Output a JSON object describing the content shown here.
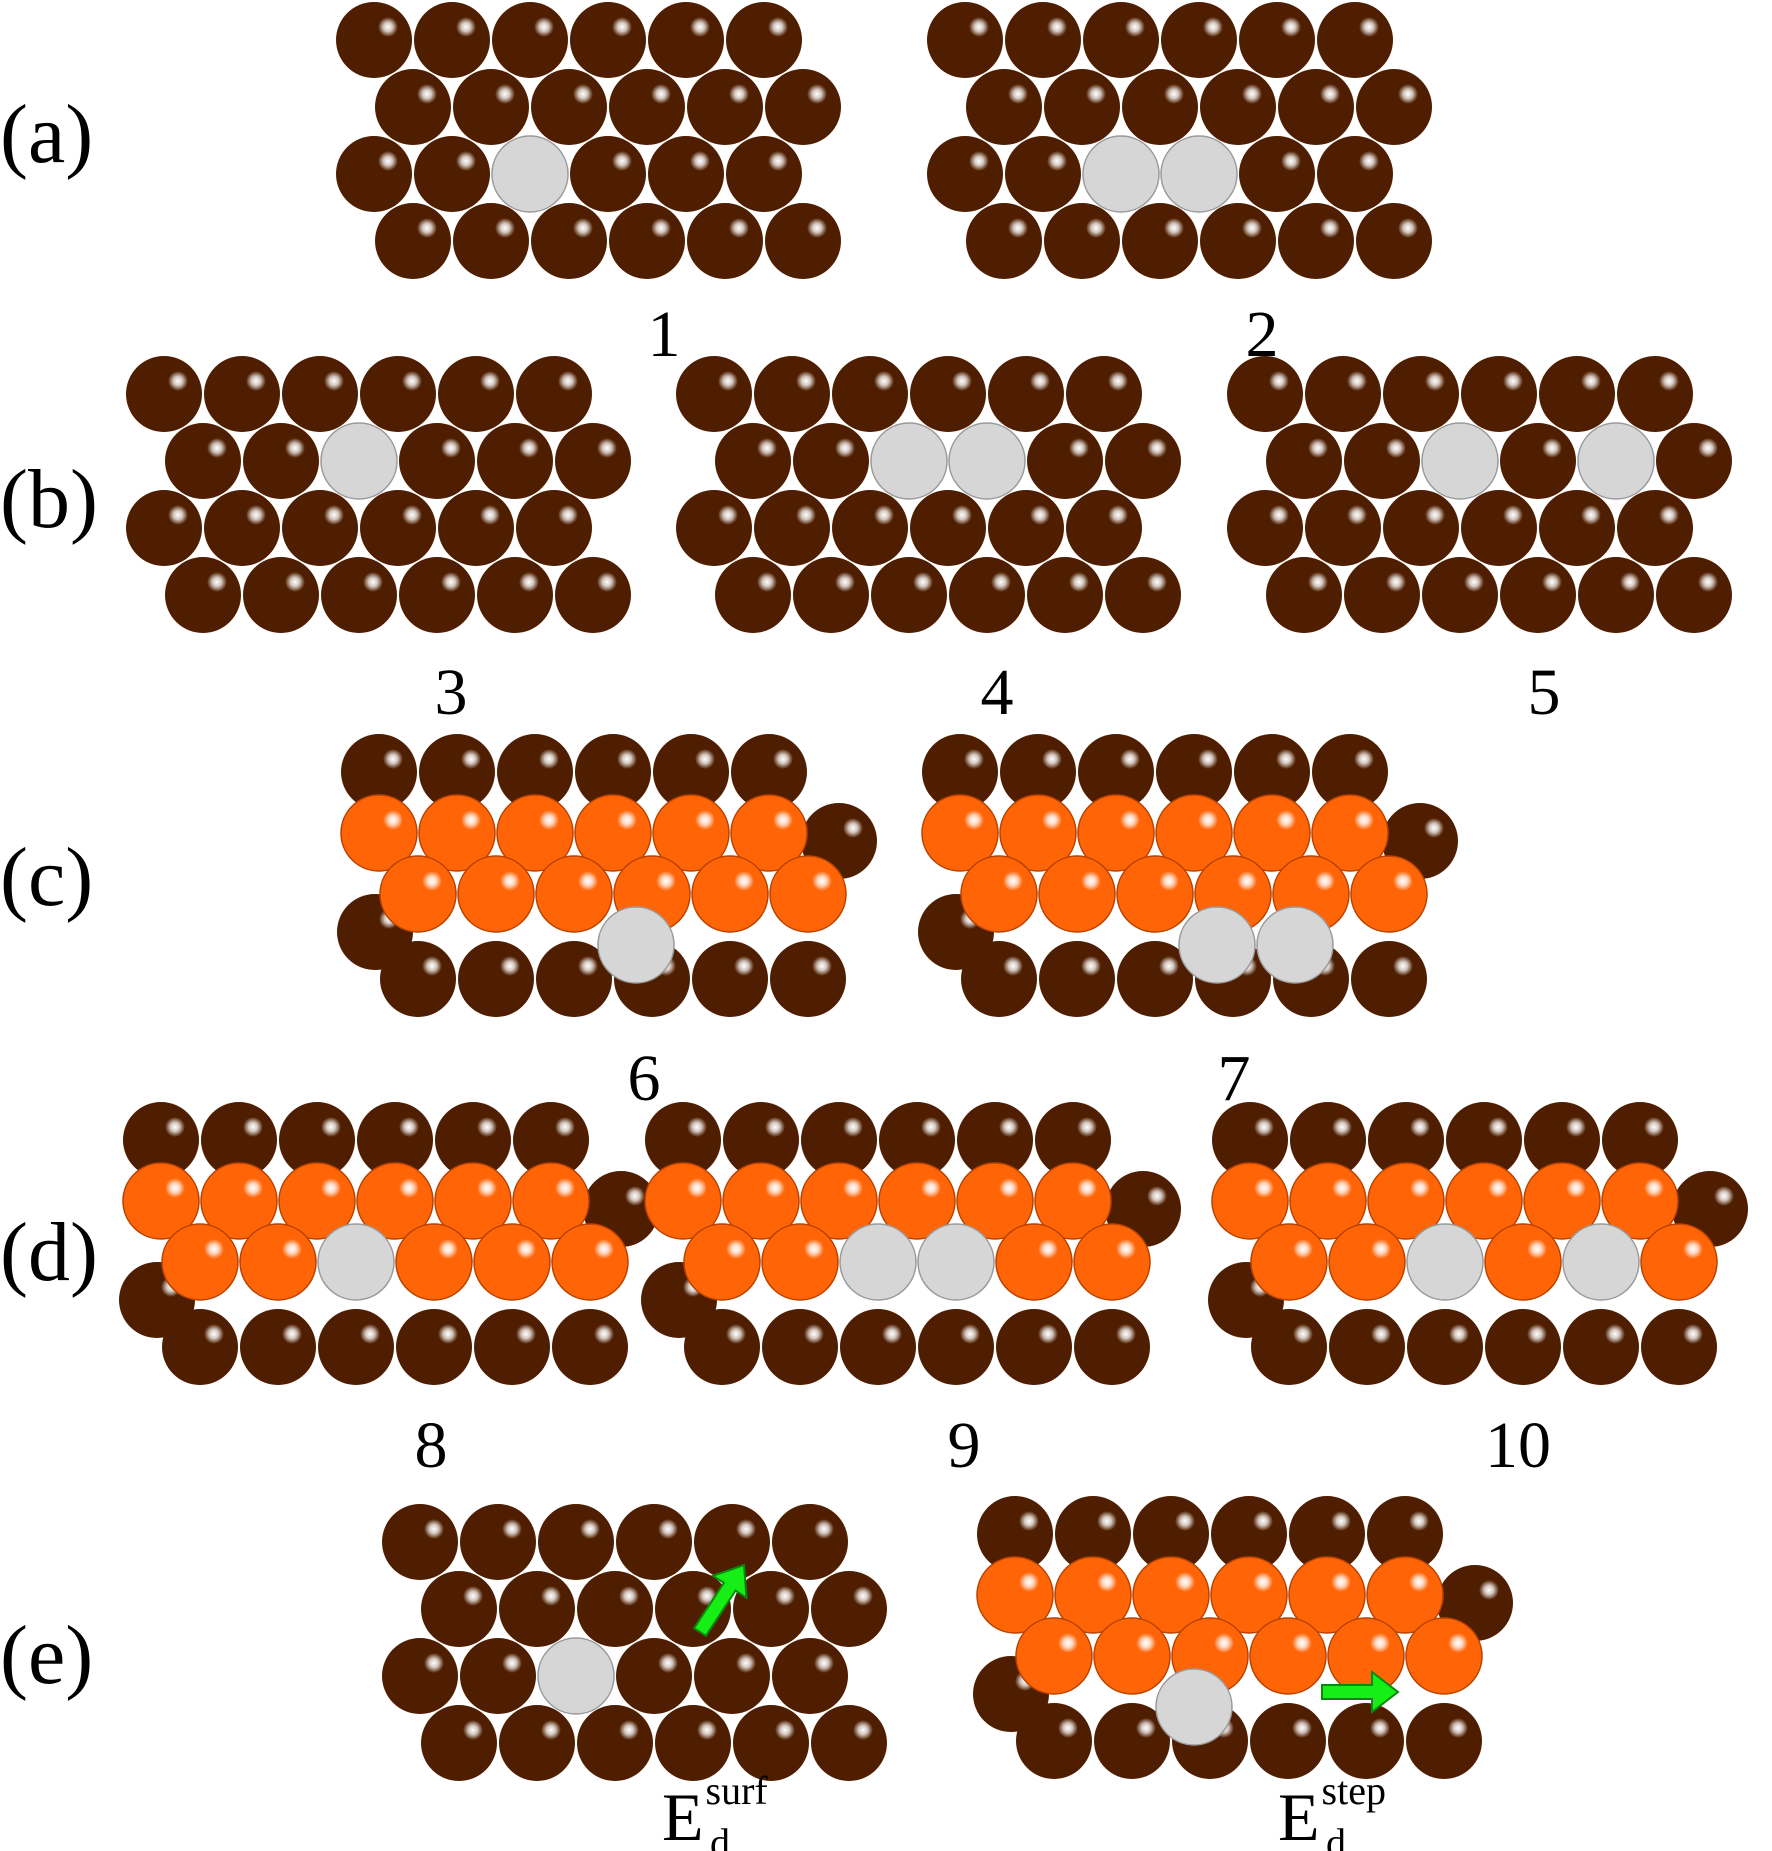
{
  "colors": {
    "substrate_atom": "#4f1e00",
    "substrate_highlight": "#ffffff",
    "step_atom": "#ff6407",
    "step_atom_edge": "#b84200",
    "vacancy_atom": "#d6d6d6",
    "vacancy_edge": "#9a9a9a",
    "arrow": "#16ef16",
    "arrow_edge": "#0a8a0a",
    "text": "#000000"
  },
  "rows": [
    {
      "label": "(a)"
    },
    {
      "label": "(b)"
    },
    {
      "label": "(c)"
    },
    {
      "label": "(d)"
    },
    {
      "label": "(e)"
    }
  ],
  "panels": [
    {
      "number": "1",
      "row": "(a)",
      "layers": "flat surface",
      "vacancies": 1,
      "vacancy_arrangement": "single"
    },
    {
      "number": "2",
      "row": "(a)",
      "layers": "flat surface",
      "vacancies": 2,
      "vacancy_arrangement": "adjacent pair"
    },
    {
      "number": "3",
      "row": "(b)",
      "layers": "flat surface",
      "vacancies": 1,
      "vacancy_arrangement": "single"
    },
    {
      "number": "4",
      "row": "(b)",
      "layers": "flat surface",
      "vacancies": 2,
      "vacancy_arrangement": "adjacent pair"
    },
    {
      "number": "5",
      "row": "(b)",
      "layers": "flat surface",
      "vacancies": 2,
      "vacancy_arrangement": "separated by one atom"
    },
    {
      "number": "6",
      "row": "(c)",
      "layers": "surface with step",
      "vacancies": 1,
      "vacancy_arrangement": "single, below step edge"
    },
    {
      "number": "7",
      "row": "(c)",
      "layers": "surface with step",
      "vacancies": 2,
      "vacancy_arrangement": "adjacent pair, below step edge"
    },
    {
      "number": "8",
      "row": "(d)",
      "layers": "surface with step",
      "vacancies": 1,
      "vacancy_arrangement": "single, in step edge"
    },
    {
      "number": "9",
      "row": "(d)",
      "layers": "surface with step",
      "vacancies": 2,
      "vacancy_arrangement": "adjacent pair, in step edge"
    },
    {
      "number": "10",
      "row": "(d)",
      "layers": "surface with step",
      "vacancies": 2,
      "vacancy_arrangement": "separated by one atom, in step edge"
    }
  ],
  "energies": [
    {
      "main": "E",
      "superscript": "surf",
      "subscript": "d",
      "arrow": "diagonal up-right",
      "layers": "flat surface"
    },
    {
      "main": "E",
      "superscript": "step",
      "subscript": "d",
      "arrow": "horizontal right",
      "layers": "surface with step"
    }
  ]
}
